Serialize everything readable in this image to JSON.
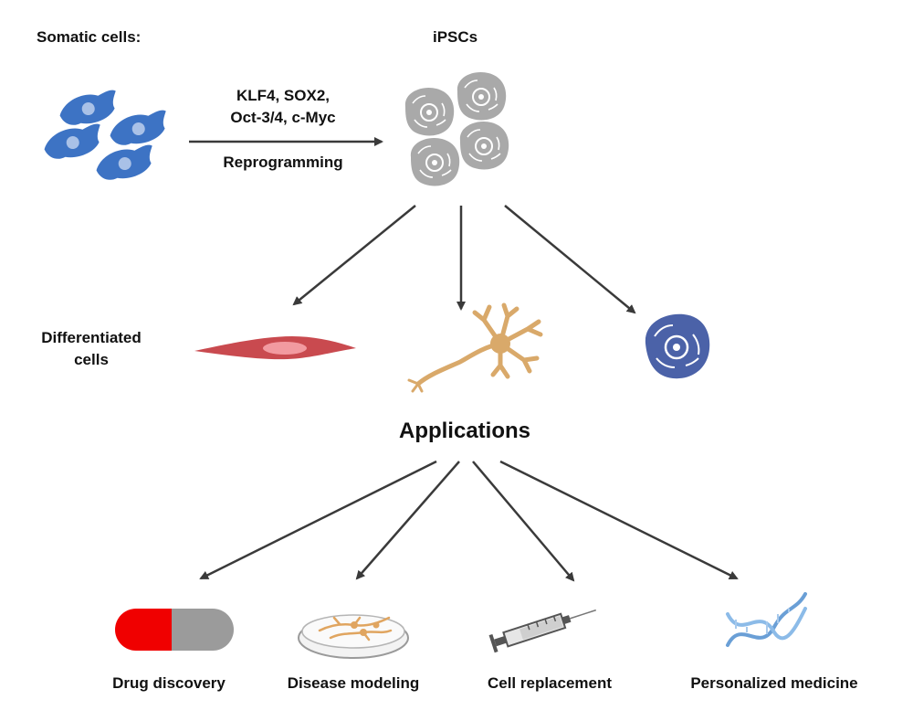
{
  "labels": {
    "somatic": "Somatic cells:",
    "ipscs": "iPSCs",
    "factors_line1": "KLF4, SOX2,",
    "factors_line2": "Oct-3/4, c-Myc",
    "reprogramming": "Reprogramming",
    "differentiated_line1": "Differentiated",
    "differentiated_line2": "cells",
    "applications": "Applications"
  },
  "applications": [
    {
      "label": "Drug discovery",
      "icon": "capsule-icon"
    },
    {
      "label": "Disease modeling",
      "icon": "petri-dish-icon"
    },
    {
      "label": "Cell replacement",
      "icon": "syringe-icon"
    },
    {
      "label": "Personalized medicine",
      "icon": "dna-icon"
    }
  ],
  "colors": {
    "somatic_cell": "#3d73c4",
    "somatic_nucleus": "#a9c1e7",
    "ipsc_cell": "#a9a9a9",
    "muscle_cell": "#c94a4f",
    "muscle_nucleus": "#f29aa0",
    "neuron": "#d9a96a",
    "blue_cell": "#4b62a8",
    "capsule_red": "#f00000",
    "capsule_grey": "#9b9b9b",
    "dna": "#6a9fd6",
    "arrow": "#3a3a3a"
  }
}
